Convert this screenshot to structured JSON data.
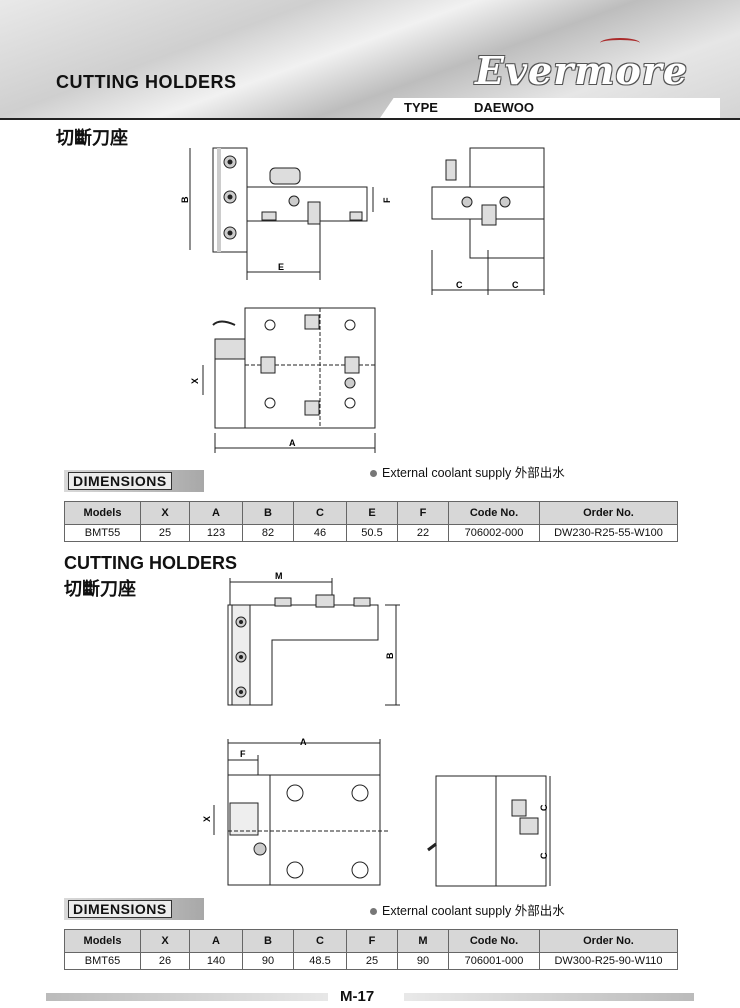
{
  "header": {
    "title": "CUTTING HOLDERS",
    "brand": "Evermore",
    "type_label": "TYPE",
    "type_value": "DAEWOO"
  },
  "section1": {
    "chinese_title": "切斷刀座",
    "dim_labels": {
      "B": "B",
      "F": "F",
      "E": "E",
      "C1": "C",
      "C2": "C",
      "X": "X",
      "A": "A"
    },
    "dimensions_label": "DIMENSIONS",
    "note": "External coolant supply 外部出水",
    "table": {
      "headers": [
        "Models",
        "X",
        "A",
        "B",
        "C",
        "E",
        "F",
        "Code No.",
        "Order No."
      ],
      "rows": [
        [
          "BMT55",
          "25",
          "123",
          "82",
          "46",
          "50.5",
          "22",
          "706002-000",
          "DW230-R25-55-W100"
        ]
      ]
    }
  },
  "section2": {
    "title": "CUTTING HOLDERS",
    "chinese_title": "切斷刀座",
    "dim_labels": {
      "M": "M",
      "B": "B",
      "A": "A",
      "F": "F",
      "X": "X",
      "C1": "C",
      "C2": "C"
    },
    "dimensions_label": "DIMENSIONS",
    "note": "External coolant supply 外部出水",
    "table": {
      "headers": [
        "Models",
        "X",
        "A",
        "B",
        "C",
        "F",
        "M",
        "Code No.",
        "Order No."
      ],
      "rows": [
        [
          "BMT65",
          "26",
          "140",
          "90",
          "48.5",
          "25",
          "90",
          "706001-000",
          "DW300-R25-90-W110"
        ]
      ]
    }
  },
  "footer": {
    "page": "M-17"
  }
}
